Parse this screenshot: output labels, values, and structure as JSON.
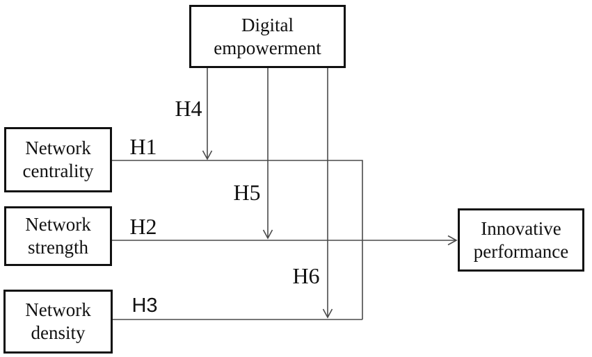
{
  "diagram": {
    "title_hint": "Research model: digital empowerment moderating network effects on innovative performance",
    "boxes": {
      "digital_empowerment": {
        "label": "Digital empowerment"
      },
      "network_centrality": {
        "label": "Network centrality"
      },
      "network_strength": {
        "label": "Network strength"
      },
      "network_density": {
        "label": "Network density"
      },
      "innovative_performance": {
        "label": "Innovative performance"
      }
    },
    "hypotheses": {
      "h1": "H1",
      "h2": "H2",
      "h3": "H3",
      "h4": "H4",
      "h5": "H5",
      "h6": "H6"
    },
    "edges": [
      {
        "from": "network_centrality",
        "to": "innovative_performance",
        "label": "H1"
      },
      {
        "from": "network_strength",
        "to": "innovative_performance",
        "label": "H2"
      },
      {
        "from": "network_density",
        "to": "innovative_performance",
        "label": "H3"
      },
      {
        "from": "digital_empowerment",
        "to": "h1_path",
        "label": "H4"
      },
      {
        "from": "digital_empowerment",
        "to": "h2_path",
        "label": "H5"
      },
      {
        "from": "digital_empowerment",
        "to": "h3_path",
        "label": "H6"
      }
    ],
    "colors": {
      "background": "#ffffff",
      "box_border": "#111111",
      "line": "#4a4a4a",
      "text": "#111111"
    }
  }
}
